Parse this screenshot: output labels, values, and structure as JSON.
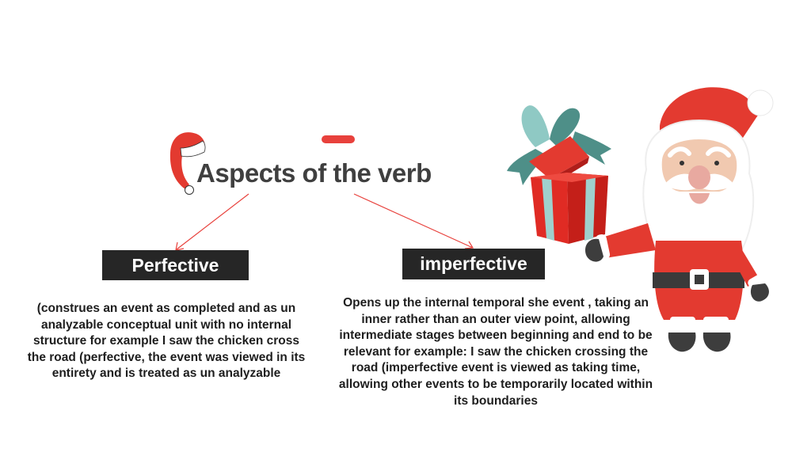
{
  "slide": {
    "title": "Aspects of the verb",
    "accent_color": "#e8413c",
    "text_color": "#3f3f3f",
    "box_color": "#262626"
  },
  "perfective": {
    "label": "Perfective",
    "description": "(construes an event as completed and as un analyzable conceptual unit with no internal structure for example I saw the chicken cross the road (perfective, the event was viewed in its entirety and is treated as un analyzable"
  },
  "imperfective": {
    "label": "imperfective",
    "description": "Opens up the internal temporal she event , taking an inner rather than an outer view point, allowing intermediate stages between beginning and end to be relevant for example: I saw the chicken crossing the road (imperfective event is viewed as taking time, allowing other events to be temporarily located within its boundaries"
  },
  "decorations": {
    "santa_hat_icon": "santa-hat",
    "gift_box_icon": "gift-box",
    "santa_claus_icon": "santa-claus"
  }
}
